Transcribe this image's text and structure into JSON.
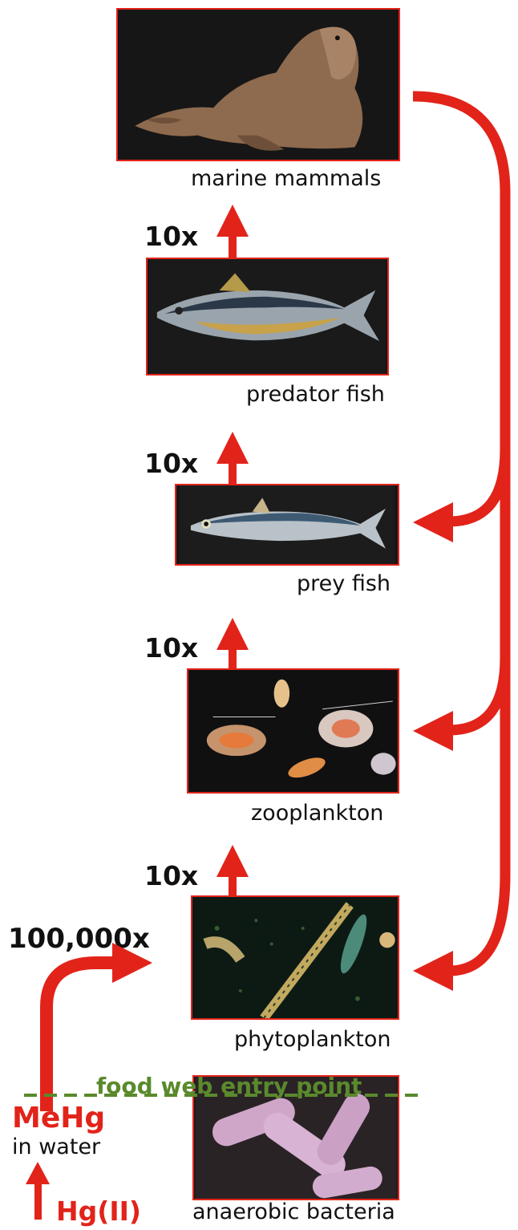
{
  "levels": {
    "marine_mammals": "marine mammals",
    "predator_fish": "predator fish",
    "prey_fish": "prey fish",
    "zooplankton": "zooplankton",
    "phytoplankton": "phytoplankton",
    "anaerobic_bacteria": "anaerobic bacteria"
  },
  "multipliers": {
    "predator_to_mammal": "10x",
    "prey_to_predator": "10x",
    "zoo_to_prey": "10x",
    "phyto_to_zoo": "10x",
    "water_to_phyto": "100,000x"
  },
  "entry_point": "food web entry point",
  "mehg": {
    "name": "MeHg",
    "sub": "in water"
  },
  "hg": "Hg(II)",
  "colors": {
    "arrow": "#e2231a",
    "entry": "#5a8a2c",
    "photo_bg": "#151515"
  }
}
